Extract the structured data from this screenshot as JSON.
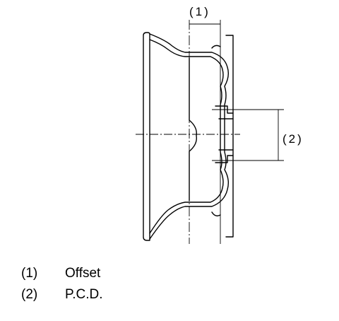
{
  "diagram": {
    "callout_offset": "(1)",
    "callout_pcd": "(2)"
  },
  "legend": {
    "items": [
      {
        "num": "(1)",
        "text": "Offset"
      },
      {
        "num": "(2)",
        "text": "P.C.D."
      }
    ]
  }
}
